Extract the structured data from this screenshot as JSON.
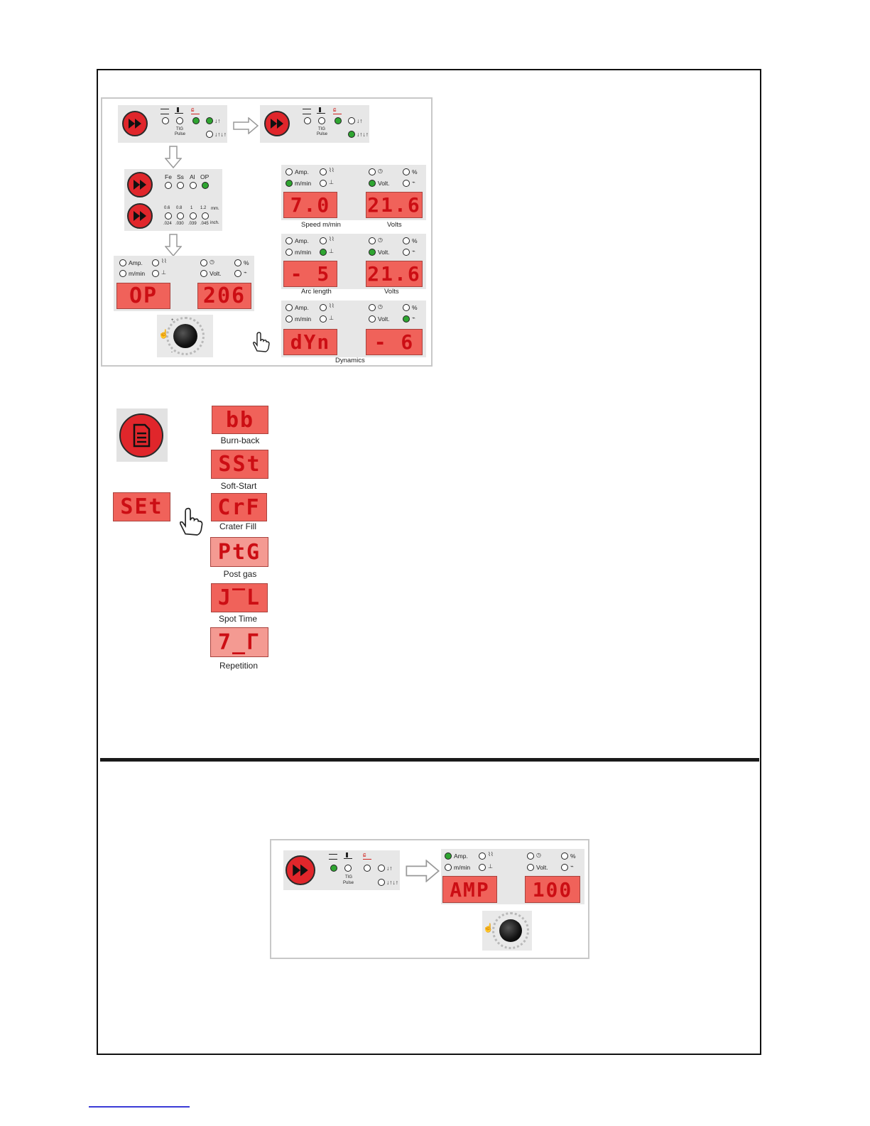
{
  "top_figure": {
    "wire_labels": [
      "Fe",
      "Ss",
      "Al",
      "OP"
    ],
    "diam_mm": [
      "0.6",
      "0.8",
      "1",
      "1.2"
    ],
    "diam_inch": [
      ".024",
      ".030",
      ".039",
      ".045"
    ],
    "unit_mm": "mm.",
    "unit_inch": "inch.",
    "tig_label": "TIG",
    "pulse_label": "Pulse",
    "mode_2t": "↓↑",
    "mode_4t": "↓↑↓↑",
    "panel_amp": "Amp.",
    "panel_mmin": "m/min",
    "panel_volt": "Volt.",
    "panel_pct": "%",
    "left_display": "OP",
    "right_display": "206",
    "speed_display": "7.0",
    "speed_volts_display": "21.6",
    "speed_caption": "Speed m/min",
    "volts_caption": "Volts",
    "arc_display": "- 5",
    "arc_volts_display": "21.6",
    "arc_caption": "Arc length",
    "dyn_display": "dYn",
    "dyn_value_display": "- 6",
    "dyn_caption": "Dynamics",
    "knob_plus": "+",
    "knob_minus": "-"
  },
  "menu_figure": {
    "set_display": "SEt",
    "items": [
      {
        "display": "bb",
        "caption": "Burn-back"
      },
      {
        "display": "SSt",
        "caption": "Soft-Start"
      },
      {
        "display": "CrF",
        "caption": "Crater Fill"
      },
      {
        "display": "PtG",
        "caption": "Post gas"
      },
      {
        "display": "J‾L",
        "caption": "Spot Time"
      },
      {
        "display": "7_Γ",
        "caption": "Repetition"
      }
    ]
  },
  "bottom_figure": {
    "left_display": "AMP",
    "right_display": "100"
  },
  "colors": {
    "red_button": "#e0262b",
    "led_on": "#2fa531",
    "display_bg": "#f0625a",
    "display_text": "#cc0e14"
  }
}
